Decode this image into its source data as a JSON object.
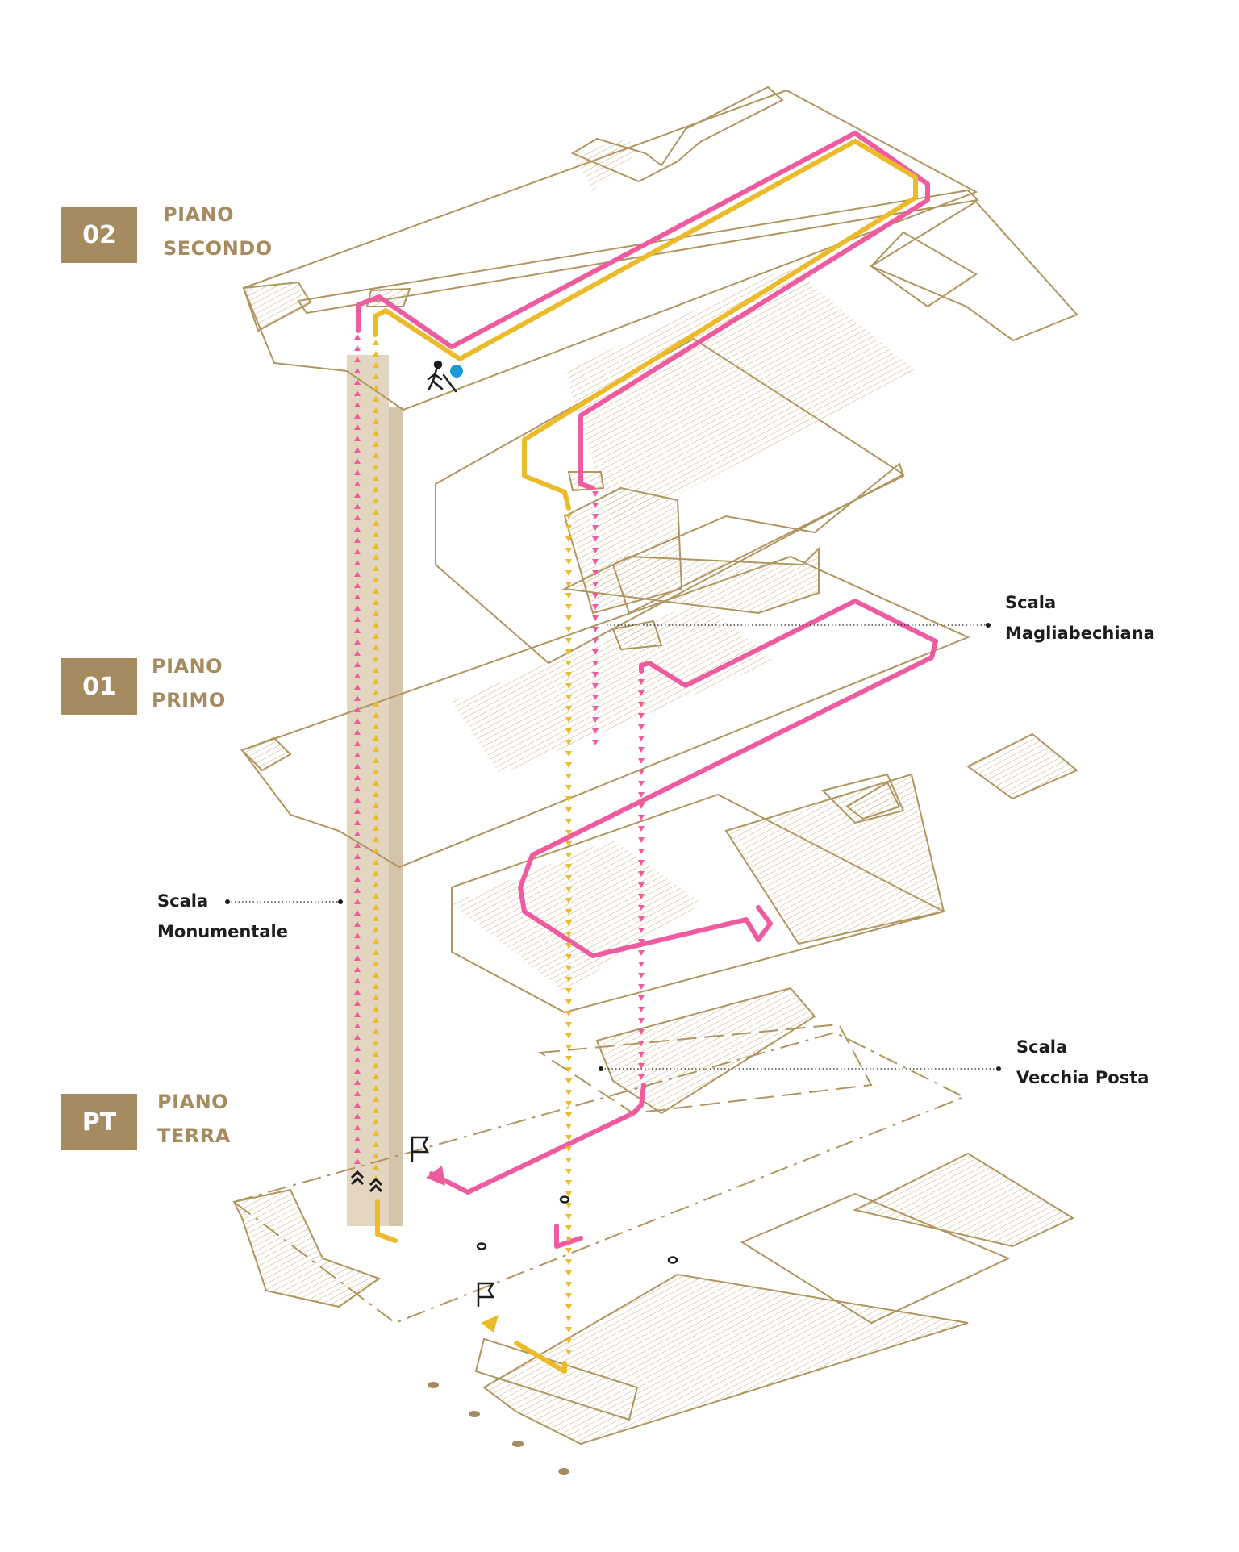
{
  "colors": {
    "gold": "#a58b5f",
    "floor_line": "#b0955f",
    "pink": "#ee5c9f",
    "yellow": "#ebbb2a",
    "shaft_fill": "#e3d6c1",
    "shaft_shadow": "#d3c4aa",
    "visitor_dot": "#1a9ad6",
    "text_dark": "#1d1d1b"
  },
  "floors": [
    {
      "code": "02",
      "line1": "PIANO",
      "line2": "SECONDO"
    },
    {
      "code": "01",
      "line1": "PIANO",
      "line2": "PRIMO"
    },
    {
      "code": "PT",
      "line1": "PIANO",
      "line2": "TERRA"
    }
  ],
  "stairs": [
    {
      "line1": "Scala",
      "line2": "Magliabechiana"
    },
    {
      "line1": "Scala",
      "line2": "Monumentale"
    },
    {
      "line1": "Scala",
      "line2": "Vecchia Posta"
    }
  ],
  "icons": [
    "visitor-icon",
    "location-dot-icon",
    "start-flag-icon",
    "up-chevrons-icon",
    "marker-icon"
  ]
}
